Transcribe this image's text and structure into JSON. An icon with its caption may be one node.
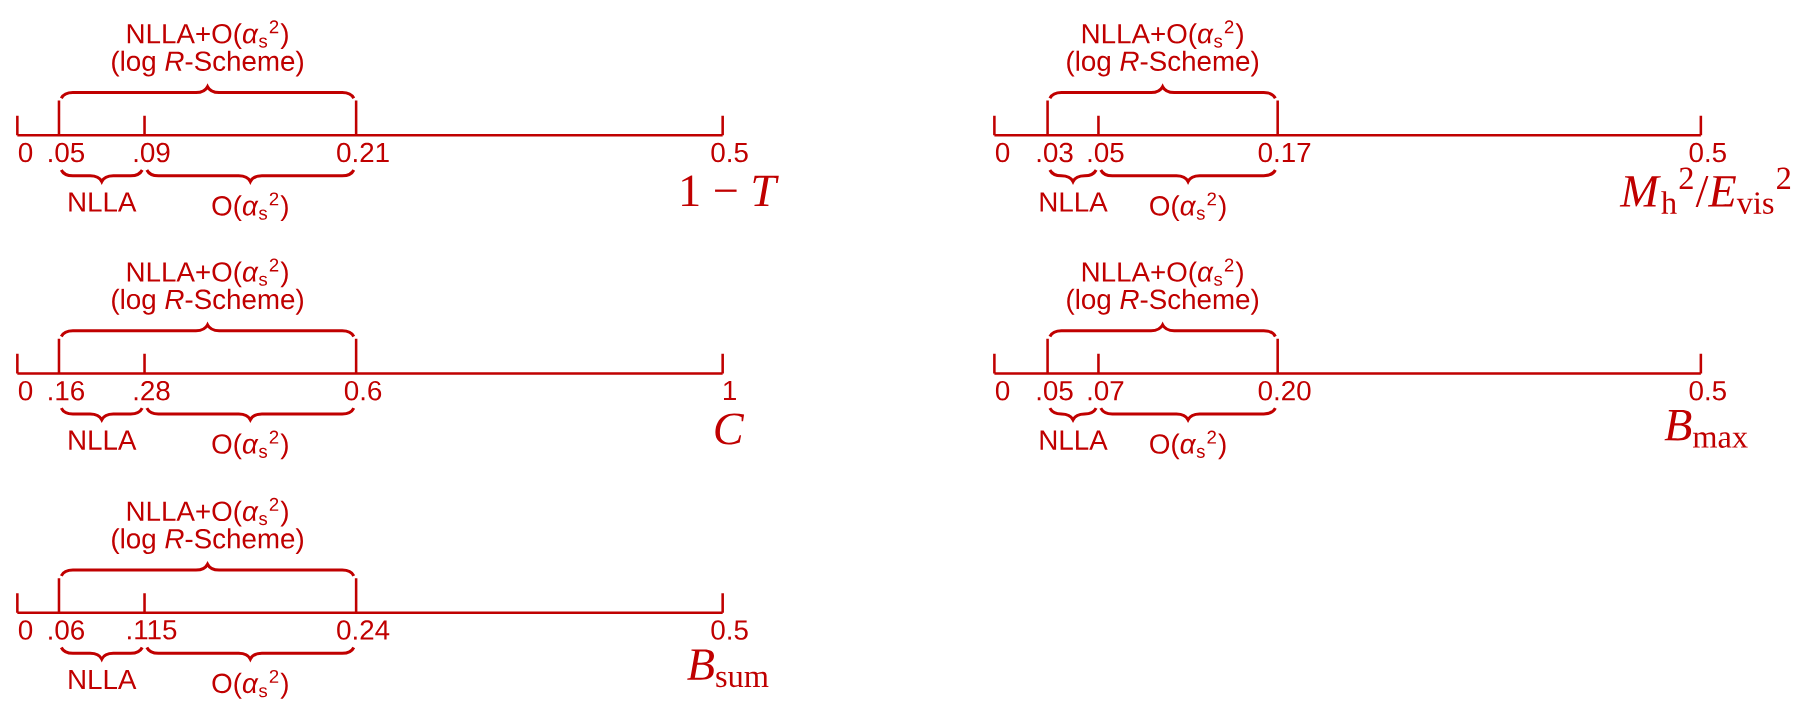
{
  "diagram": {
    "labels": [
      "NLLA+O(*α*$_{s}$$^{2}$)",
      "(log *R*-Scheme)",
      "0",
      ".05",
      ".09",
      "0.21",
      "0.5",
      "NLLA",
      "O(*α*$_{s}$$^{2}$)",
      "1 − *T*",
      "NLLA+O(*α*$_{s}$$^{2}$)",
      "(log *R*-Scheme)",
      "0",
      ".03",
      ".05",
      "0.17",
      "0.5",
      "NLLA",
      "O(*α*$_{s}$$^{2}$)",
      "*M*$_{h}$$^{2}$/*E*$_{vis}$$^{2}$",
      "NLLA+O(*α*$_{s}$$^{2}$)",
      "(log *R*-Scheme)",
      "0",
      ".16",
      ".28",
      "0.6",
      "1",
      "NLLA",
      "O(*α*$_{s}$$^{2}$)",
      "*C*",
      "NLLA+O(*α*$_{s}$$^{2}$)",
      "(log *R*-Scheme)",
      "0",
      ".05",
      ".07",
      "0.20",
      "0.5",
      "NLLA",
      "O(*α*$_{s}$$^{2}$)",
      "*B*$_{max}$",
      "NLLA+O(*α*$_{s}$$^{2}$)",
      "(log *R*-Scheme)",
      "0",
      ".06",
      ".115",
      "0.24",
      "0.5",
      "NLLA",
      "O(*α*$_{s}$$^{2}$)",
      "*B*$_{sum}$"
    ]
  }
}
